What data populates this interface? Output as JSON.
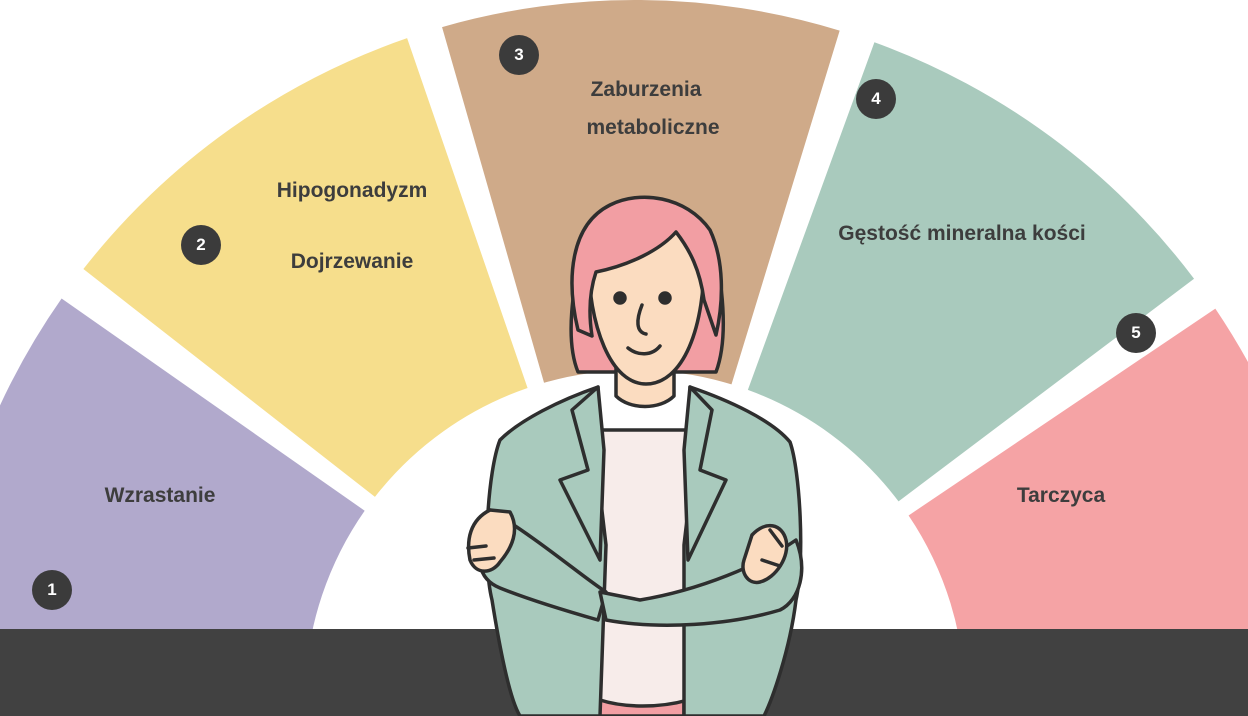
{
  "segments": [
    {
      "number": "1",
      "label": "Wzrastanie",
      "color": "#b1a9cc"
    },
    {
      "number": "2",
      "label": "Hipogonadyzm",
      "label2": "Dojrzewanie",
      "color": "#f6de8c"
    },
    {
      "number": "3",
      "label": "Zaburzenia",
      "label2": "metaboliczne",
      "color": "#cfaa89"
    },
    {
      "number": "4",
      "label": "Gęstość mineralna kości",
      "color": "#a9cabd"
    },
    {
      "number": "5",
      "label": "Tarczyca",
      "color": "#f5a3a5"
    }
  ],
  "colors": {
    "bar": "#414141",
    "badge": "#3b3b3b",
    "hair": "#f29ea3",
    "skin": "#fbdcc0",
    "jacket": "#a9cabd",
    "shirt": "#f7ecea",
    "outline": "#2e2e2e"
  }
}
